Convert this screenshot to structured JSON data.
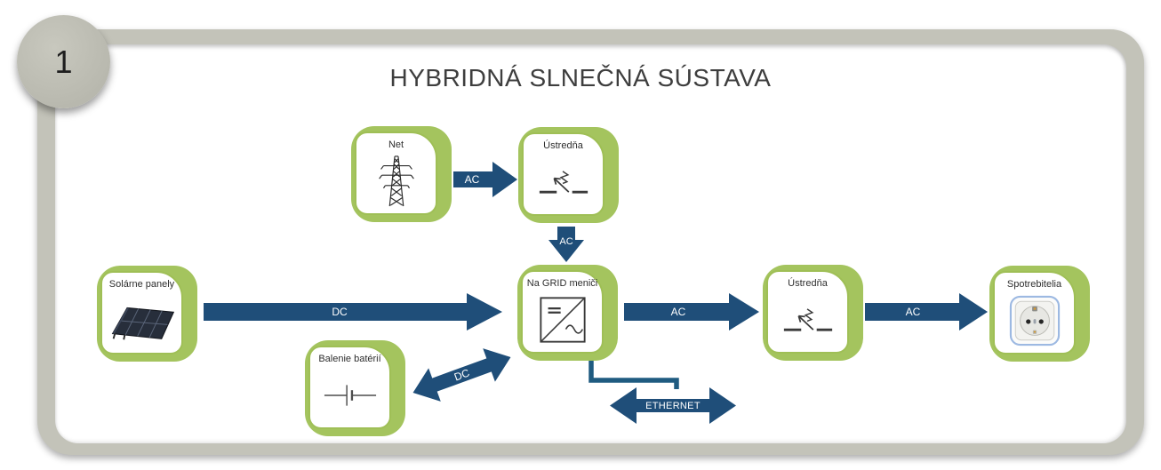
{
  "page": {
    "step_number": "1",
    "title": "HYBRIDNÁ SLNEČNÁ SÚSTAVA"
  },
  "nodes": {
    "net": {
      "label": "Net",
      "icon": "power-tower-icon"
    },
    "ustredna_top": {
      "label": "Ústredňa",
      "icon": "switch-icon"
    },
    "solar": {
      "label": "Solárne panely",
      "icon": "solar-panels-icon"
    },
    "inverter": {
      "label": "Na GRID meniči",
      "icon": "inverter-icon"
    },
    "battery": {
      "label": "Balenie batérií",
      "icon": "battery-icon"
    },
    "ustredna_right": {
      "label": "Ústredňa",
      "icon": "switch-icon"
    },
    "consumers": {
      "label": "Spotrebitelia",
      "icon": "power-socket-icon"
    }
  },
  "arrows": {
    "net_to_ustredna": {
      "label": "AC",
      "direction": "right"
    },
    "ustredna_to_inverter": {
      "label": "AC",
      "direction": "down"
    },
    "solar_to_inverter": {
      "label": "DC",
      "direction": "right"
    },
    "battery_inverter": {
      "label": "DC",
      "direction": "both"
    },
    "inverter_to_ustredna": {
      "label": "AC",
      "direction": "right"
    },
    "ustredna_to_consumers": {
      "label": "AC",
      "direction": "right"
    },
    "ethernet": {
      "label": "ETHERNET",
      "direction": "both"
    }
  },
  "colors": {
    "node_green": "#a4c45e",
    "arrow_blue": "#1f4e79",
    "connector_blue": "#1f5b80",
    "frame_gray": "#c3c3b9",
    "title_text": "#3e3e3e"
  }
}
